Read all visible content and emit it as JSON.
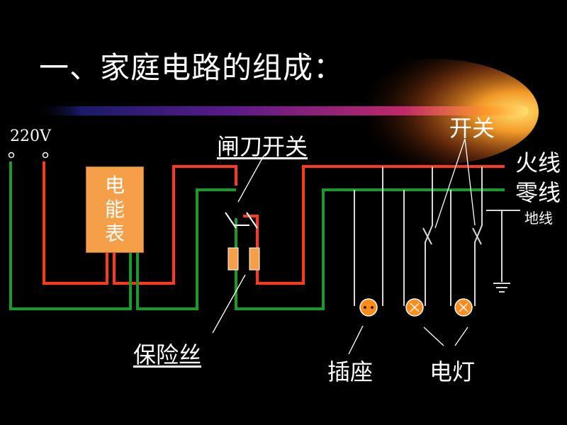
{
  "title": "一、家庭电路的组成：",
  "labels": {
    "voltage": "220V",
    "knife_switch": "闸刀开关",
    "switch": "开关",
    "live_wire": "火线",
    "neutral_wire": "零线",
    "ground_wire": "地线",
    "fuse": "保险丝",
    "socket": "插座",
    "lamp": "电灯",
    "meter": [
      "电",
      "能",
      "表"
    ]
  },
  "colors": {
    "live": "#ff3a1a",
    "neutral": "#1a9a2a",
    "branch": "#d8d8d8",
    "meter_fill": "#f59f48",
    "lamp_fill": "#ff8c1a"
  }
}
